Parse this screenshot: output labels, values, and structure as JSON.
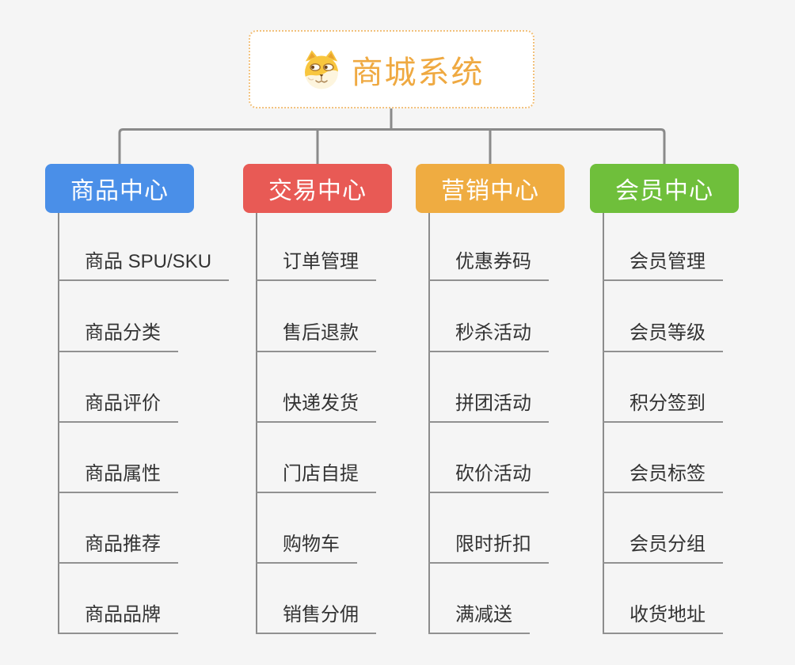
{
  "root": {
    "title": "商城系统",
    "icon": "shiba-dog-icon"
  },
  "branches": [
    {
      "label": "商品中心",
      "color": "#4A8FE8",
      "items": [
        "商品 SPU/SKU",
        "商品分类",
        "商品评价",
        "商品属性",
        "商品推荐",
        "商品品牌"
      ]
    },
    {
      "label": "交易中心",
      "color": "#E85A55",
      "items": [
        "订单管理",
        "售后退款",
        "快递发货",
        "门店自提",
        "购物车",
        "销售分佣"
      ]
    },
    {
      "label": "营销中心",
      "color": "#EFAC41",
      "items": [
        "优惠券码",
        "秒杀活动",
        "拼团活动",
        "砍价活动",
        "限时折扣",
        "满减送"
      ]
    },
    {
      "label": "会员中心",
      "color": "#6FBF3B",
      "items": [
        "会员管理",
        "会员等级",
        "积分签到",
        "会员标签",
        "会员分组",
        "收货地址"
      ]
    }
  ],
  "colors": {
    "background": "#F5F5F5",
    "root_text": "#EFA941",
    "root_border": "#F2C17C",
    "connector_line": "#8A8A8A",
    "leaf_underline": "#919191",
    "leaf_text": "#333333"
  }
}
